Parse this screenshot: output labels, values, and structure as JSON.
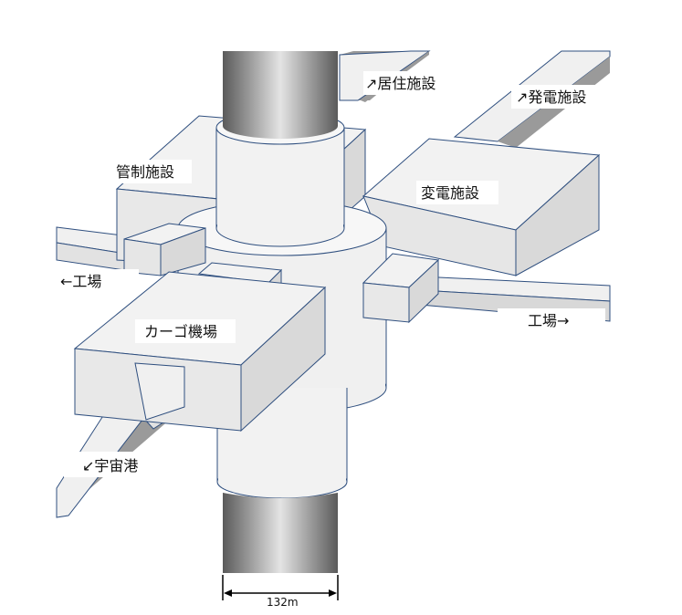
{
  "labels": {
    "residential": "↗居住施設",
    "power": "↗発電施設",
    "control": "管制施設",
    "substation": "変電施設",
    "factory_left": "←工場",
    "factory_right": "工場→",
    "cargo": "カーゴ機場",
    "spaceport": "↙宇宙港"
  },
  "dimension": {
    "width_label": "132m"
  },
  "colors": {
    "outline": "#2f4f7f",
    "face_light": "#f2f2f2",
    "face_mid": "#e6e6e6",
    "face_dark": "#d9d9d9",
    "corridor_shade": "#9a9a9a"
  }
}
